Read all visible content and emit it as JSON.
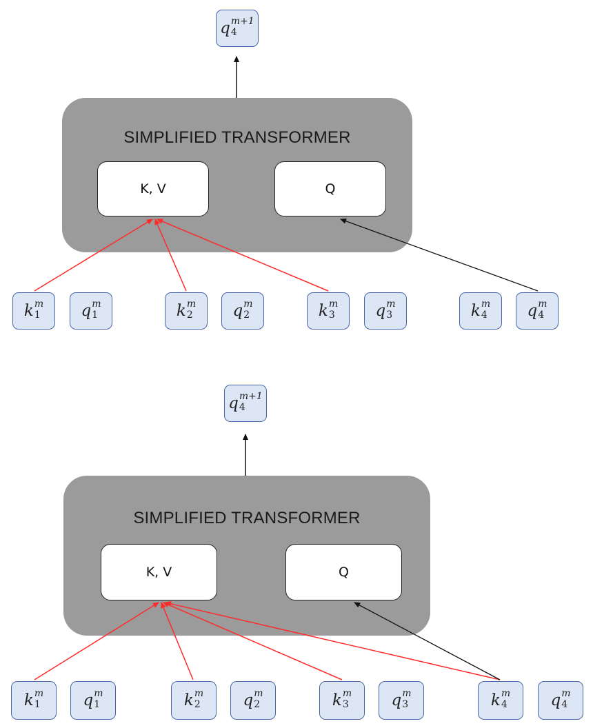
{
  "panels": [
    {
      "output": {
        "sym": "q",
        "sup": "m+1",
        "sub": "4"
      },
      "title": "SIMPLIFIED TRANSFORMER",
      "kv_label": "K, V",
      "q_label": "Q",
      "tokens": [
        {
          "sym": "k",
          "sup": "m",
          "sub": "1"
        },
        {
          "sym": "q",
          "sup": "m",
          "sub": "1"
        },
        {
          "sym": "k",
          "sup": "m",
          "sub": "2"
        },
        {
          "sym": "q",
          "sup": "m",
          "sub": "2"
        },
        {
          "sym": "k",
          "sup": "m",
          "sub": "3"
        },
        {
          "sym": "q",
          "sup": "m",
          "sub": "3"
        },
        {
          "sym": "k",
          "sup": "m",
          "sub": "4"
        },
        {
          "sym": "q",
          "sup": "m",
          "sub": "4"
        }
      ]
    },
    {
      "output": {
        "sym": "q",
        "sup": "m+1",
        "sub": "4"
      },
      "title": "SIMPLIFIED TRANSFORMER",
      "kv_label": "K, V",
      "q_label": "Q",
      "tokens": [
        {
          "sym": "k",
          "sup": "m",
          "sub": "1"
        },
        {
          "sym": "q",
          "sup": "m",
          "sub": "1"
        },
        {
          "sym": "k",
          "sup": "m",
          "sub": "2"
        },
        {
          "sym": "q",
          "sup": "m",
          "sub": "2"
        },
        {
          "sym": "k",
          "sup": "m",
          "sub": "3"
        },
        {
          "sym": "q",
          "sup": "m",
          "sub": "3"
        },
        {
          "sym": "k",
          "sup": "m",
          "sub": "4"
        },
        {
          "sym": "q",
          "sup": "m",
          "sub": "4"
        }
      ]
    }
  ],
  "colors": {
    "attention_arrow": "#ff2a2a",
    "query_arrow": "#111111",
    "token_fill": "#dce6f4",
    "token_border": "#4a66a8",
    "transformer_fill": "#9b9b9b"
  }
}
